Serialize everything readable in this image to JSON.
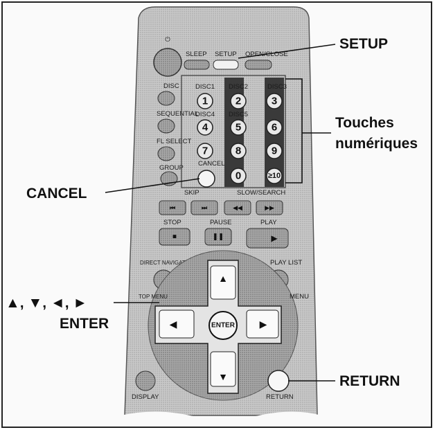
{
  "callouts": {
    "setup": "SETUP",
    "touches_line1": "Touches",
    "touches_line2": "numériques",
    "cancel": "CANCEL",
    "arrows": "▲, ▼, ◄, ►",
    "enter": "ENTER",
    "return": "RETURN"
  },
  "remote": {
    "top_row": [
      "SLEEP",
      "SETUP",
      "OPEN/CLOSE"
    ],
    "left_column": [
      "DISC",
      "SEQUENTIAL",
      "FL SELECT",
      "GROUP"
    ],
    "disc_labels": [
      "DISC1",
      "DISC2",
      "DISC3",
      "DISC4",
      "DISC5"
    ],
    "numbers": [
      "1",
      "2",
      "3",
      "4",
      "5",
      "6",
      "7",
      "8",
      "9",
      "0",
      "≥10"
    ],
    "cancel_label": "CANCEL",
    "skip_label": "SKIP",
    "slow_search_label": "SLOW/SEARCH",
    "stop_label": "STOP",
    "pause_label": "PAUSE",
    "play_label": "PLAY",
    "direct_navigator_label": "DIRECT NAVIGATOR",
    "play_list_label": "PLAY LIST",
    "top_menu_label": "TOP MENU",
    "menu_label": "MENU",
    "enter_label": "ENTER",
    "display_label": "DISPLAY",
    "return_label": "RETURN"
  }
}
